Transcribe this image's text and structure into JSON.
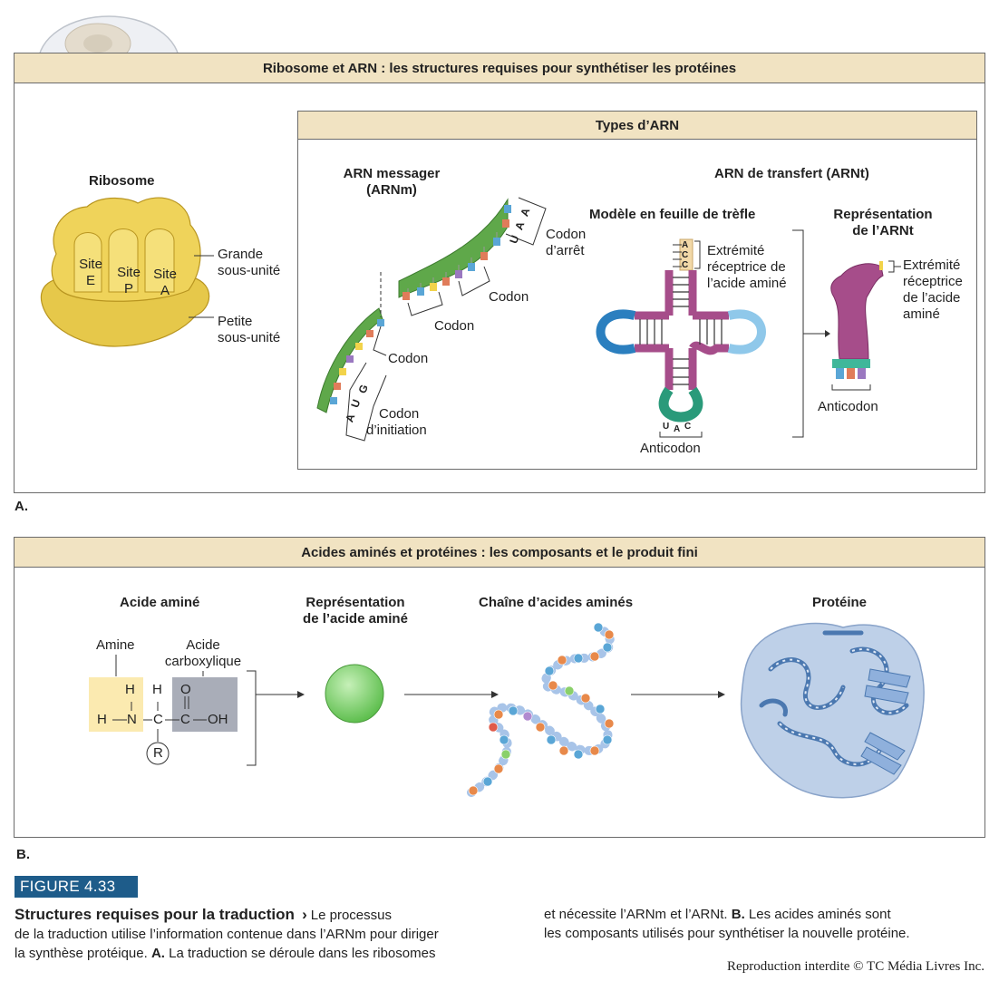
{
  "panelA": {
    "title": "Ribosome et ARN : les structures requises pour synthétiser les protéines",
    "letter": "A.",
    "ribosome": {
      "title": "Ribosome",
      "site_e": [
        "Site",
        "E"
      ],
      "site_p": [
        "Site",
        "P"
      ],
      "site_a": [
        "Site",
        "A"
      ],
      "large_subunit": [
        "Grande",
        "sous-unité"
      ],
      "small_subunit": [
        "Petite",
        "sous-unité"
      ]
    },
    "rna_types": {
      "title": "Types d’ARN",
      "mrna_title": [
        "ARN messager",
        "(ARNm)"
      ],
      "codon_labels": [
        "Codon",
        "Codon",
        "Codon"
      ],
      "stop_codon": [
        "Codon",
        "d’arrêt"
      ],
      "start_codon": [
        "Codon",
        "d’initiation"
      ],
      "start_letters": [
        "A",
        "U",
        "G"
      ],
      "stop_letters": [
        "U",
        "A",
        "A"
      ],
      "trna_title": "ARN de transfert (ARNt)",
      "cloverleaf_title": "Modèle en feuille de trèfle",
      "representation_title": [
        "Représentation",
        "de l’ARNt"
      ],
      "acceptor_end": [
        "Extrémité",
        "réceptrice de",
        "l’acide aminé"
      ],
      "acceptor_end_2": [
        "Extrémité",
        "réceptrice",
        "de l’acide",
        "aminé"
      ],
      "acc_letters": [
        "A",
        "C",
        "C"
      ],
      "uac_letters": [
        "U",
        "A",
        "C"
      ],
      "anticodon": "Anticodon",
      "anticodon_2": "Anticodon"
    }
  },
  "panelB": {
    "title": "Acides aminés et protéines : les composants et le produit fini",
    "letter": "B.",
    "amino_acid_title": "Acide aminé",
    "representation_title": [
      "Représentation",
      "de l’acide aminé"
    ],
    "chain_title": "Chaîne d’acides aminés",
    "protein_title": "Protéine",
    "amine_label": "Amine",
    "carboxyl_label": [
      "Acide",
      "carboxylique"
    ],
    "formula": {
      "h": "H",
      "n": "N",
      "c": "C",
      "o": "O",
      "oh": "OH",
      "r": "R"
    }
  },
  "figure": {
    "badge": "FIGURE 4.33",
    "title": "Structures requises pour la traduction",
    "arrow": "›",
    "col1_line1": "Le processus",
    "col1_line2": "de la traduction utilise l’information contenue dans l’ARNm pour diriger",
    "col1_line3_a": "la synthèse protéique.",
    "col1_line3_b": "A.",
    "col1_line3_c": "La traduction se déroule dans les ribosomes",
    "col2_line1_a": "et nécessite l’ARNm et l’ARNt.",
    "col2_line1_b": "B.",
    "col2_line1_c": "Les acides aminés sont",
    "col2_line2": "les composants utilisés pour synthétiser la nouvelle protéine.",
    "copyright": "Reproduction interdite © TC Média Livres Inc."
  },
  "colors": {
    "panel_header": "#f1e3c2",
    "badge": "#1e5c8a",
    "ribosome": "#e6c84a",
    "mrna": "#5fa84a",
    "trna": "#a64d8a",
    "amino_acid": "#7fcf6a",
    "protein": "#9fb8d8"
  }
}
